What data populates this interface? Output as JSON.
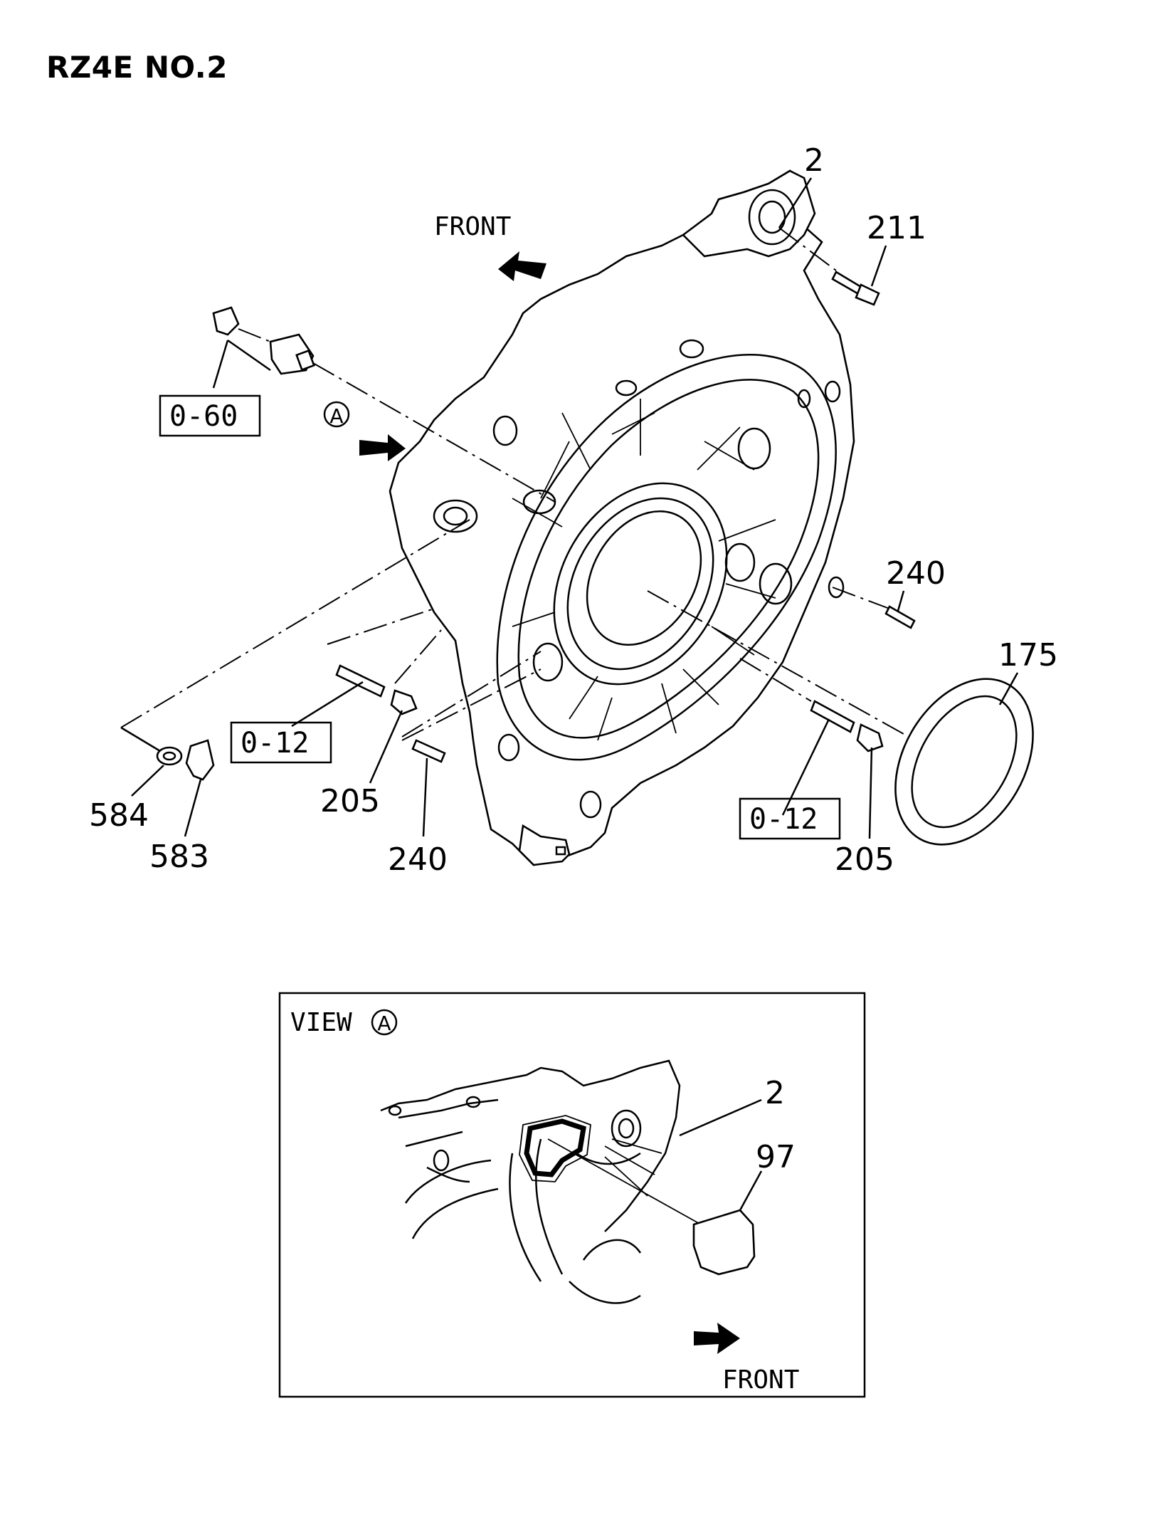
{
  "title": "RZ4E NO.2",
  "main_view": {
    "front_label": "FRONT",
    "view_marker": "A",
    "callouts": {
      "c2": "2",
      "c211": "211",
      "c240a": "240",
      "c175": "175",
      "c205a": "205",
      "c205b": "205",
      "c240b": "240",
      "c584": "584",
      "c583": "583"
    },
    "torque_boxes": {
      "t060": "0-60",
      "t012a": "0-12",
      "t012b": "0-12"
    }
  },
  "detail_view": {
    "view_label": "VIEW",
    "view_marker": "A",
    "front_label": "FRONT",
    "callouts": {
      "c2": "2",
      "c97": "97"
    }
  }
}
